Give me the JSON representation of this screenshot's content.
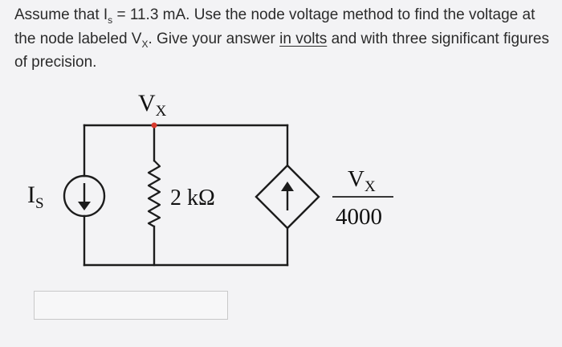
{
  "question": {
    "l1_a": "Assume that I",
    "l1_sub_s": "s",
    "l1_b": " = 11.3 mA.  Use the node voltage method to find the voltage at",
    "l2_a": "the node labeled V",
    "l2_sub_x": "X",
    "l2_b": ".  Give your answer ",
    "l2_underlined": "in volts",
    "l2_c": " and with three significant figures",
    "l3": "of precision."
  },
  "circuit": {
    "node_label_main": "V",
    "node_label_sub": "X",
    "current_source_label_main": "I",
    "current_source_label_sub": "S",
    "resistor_label": "2 kΩ",
    "dependent_numerator_main": "V",
    "dependent_numerator_sub": "X",
    "dependent_denominator": "4000"
  },
  "answer": {
    "value": ""
  },
  "colors": {
    "background": "#f3f3f5",
    "wire": "#1c1c1c",
    "node_dot": "#d83a2e"
  }
}
